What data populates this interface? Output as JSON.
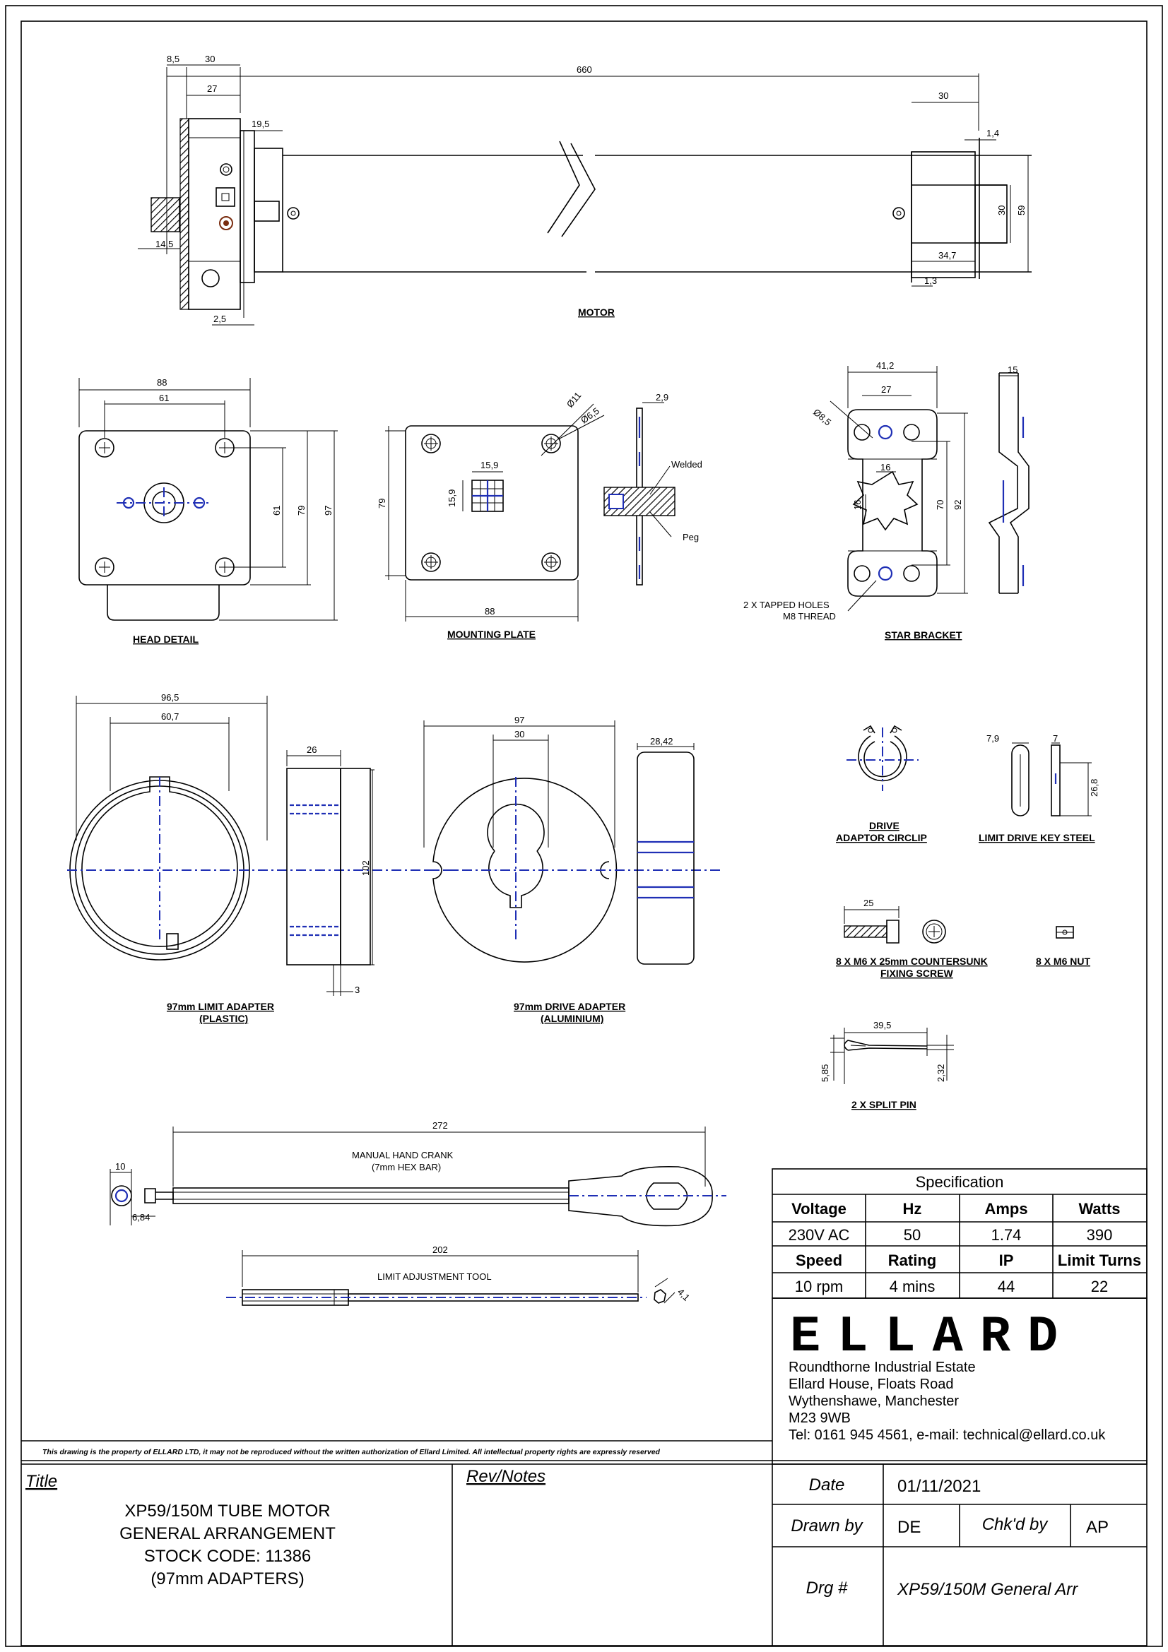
{
  "dims": {
    "m_85": "8,5",
    "m_30a": "30",
    "m_660": "660",
    "m_27": "27",
    "m_195": "19,5",
    "m_145": "14,5",
    "m_25": "2,5",
    "m_30b": "30",
    "m_14": "1,4",
    "m_30c": "30",
    "m_59": "59",
    "m_347": "34,7",
    "m_13": "1,3",
    "h_88": "88",
    "h_61a": "61",
    "h_61b": "61",
    "h_79": "79",
    "h_97": "97",
    "p_11": "Ø11",
    "p_65": "Ø6,5",
    "p_159a": "15,9",
    "p_159b": "15,9",
    "p_79": "79",
    "p_88": "88",
    "p_29": "2,9",
    "p_welded": "Welded",
    "p_peg": "Peg",
    "s_412": "41,2",
    "s_85": "Ø8,5",
    "s_27": "27",
    "s_16a": "16",
    "s_16b": "16",
    "s_70": "70",
    "s_92": "92",
    "s_15": "15",
    "s_tap1": "2 X TAPPED HOLES",
    "s_tap2": "M8 THREAD",
    "l_965": "96,5",
    "l_607": "60,7",
    "l_26": "26",
    "l_102": "102",
    "l_3": "3",
    "d_97": "97",
    "d_30": "30",
    "d_2842": "28,42",
    "k_79": "7,9",
    "k_7": "7",
    "k_268": "26,8",
    "sc_25": "25",
    "sp_395": "39,5",
    "sp_585": "5,85",
    "sp_232": "2,32",
    "c_272": "272",
    "c_10": "10",
    "c_684": "6,84",
    "c_crank1": "MANUAL HAND CRANK",
    "c_crank2": "(7mm HEX BAR)",
    "t_202": "202",
    "t_tool": "LIMIT ADJUSTMENT TOOL",
    "t_41": "4,1"
  },
  "captions": {
    "motor": "MOTOR",
    "head": "HEAD DETAIL",
    "plate": "MOUNTING PLATE",
    "star": "STAR BRACKET",
    "circlip1": "DRIVE",
    "circlip2": "ADAPTOR CIRCLIP",
    "keysteel": "LIMIT DRIVE KEY STEEL",
    "screw1": "8 X M6 X 25mm COUNTERSUNK",
    "screw2": "FIXING SCREW",
    "nut": "8 X M6 NUT",
    "limit1": "97mm LIMIT ADAPTER",
    "limit2": "(PLASTIC)",
    "drive1": "97mm DRIVE ADAPTER",
    "drive2": "(ALUMINIUM)",
    "splitpin": "2 X SPLIT PIN"
  },
  "spec": {
    "heading": "Specification",
    "headers1": [
      "Voltage",
      "Hz",
      "Amps",
      "Watts"
    ],
    "values1": [
      "230V AC",
      "50",
      "1.74",
      "390"
    ],
    "headers2": [
      "Speed",
      "Rating",
      "IP",
      "Limit Turns"
    ],
    "values2": [
      "10 rpm",
      "4 mins",
      "44",
      "22"
    ]
  },
  "company": {
    "logo": "ELLARD",
    "address1": "Roundthorne Industrial Estate",
    "address2": "Ellard House, Floats Road",
    "address3": "Wythenshawe, Manchester",
    "address4": "M23 9WB",
    "contact": "Tel: 0161 945 4561,  e-mail: technical@ellard.co.uk"
  },
  "notice": "This drawing is the property of ELLARD LTD, it may not be reproduced without the written authorization of Ellard Limited. All intellectual property rights are expressly reserved",
  "titleblock": {
    "title_label": "Title",
    "title1": "XP59/150M TUBE MOTOR",
    "title2": "GENERAL ARRANGEMENT",
    "title3": "STOCK CODE: 11386",
    "title4": "(97mm ADAPTERS)",
    "rev_label": "Rev/Notes",
    "date_label": "Date",
    "date_value": "01/11/2021",
    "drawn_label": "Drawn by",
    "drawn_value": "DE",
    "checked_label": "Chk'd by",
    "checked_value": "AP",
    "drg_label": "Drg #",
    "drg_value": "XP59/150M General Arr"
  }
}
